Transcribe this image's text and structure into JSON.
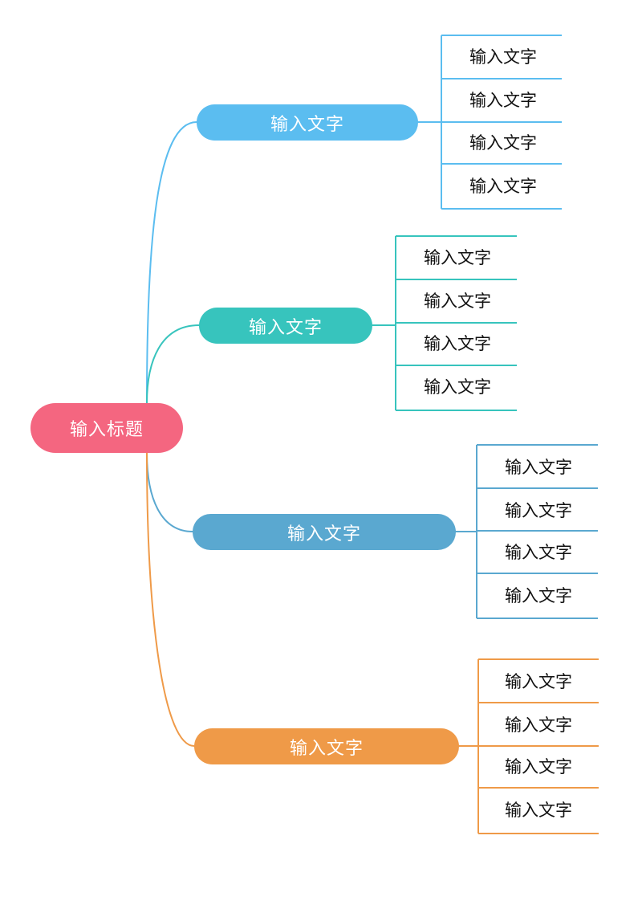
{
  "title": "输入标题",
  "colors": {
    "root": "#f46680",
    "branches": [
      "#5bbdf0",
      "#37c4bd",
      "#5aa8d0",
      "#ef9a48"
    ]
  },
  "branches": [
    {
      "label": "输入文字",
      "items": [
        "输入文字",
        "输入文字",
        "输入文字",
        "输入文字"
      ]
    },
    {
      "label": "输入文字",
      "items": [
        "输入文字",
        "输入文字",
        "输入文字",
        "输入文字"
      ]
    },
    {
      "label": "输入文字",
      "items": [
        "输入文字",
        "输入文字",
        "输入文字",
        "输入文字"
      ]
    },
    {
      "label": "输入文字",
      "items": [
        "输入文字",
        "输入文字",
        "输入文字",
        "输入文字"
      ]
    }
  ]
}
